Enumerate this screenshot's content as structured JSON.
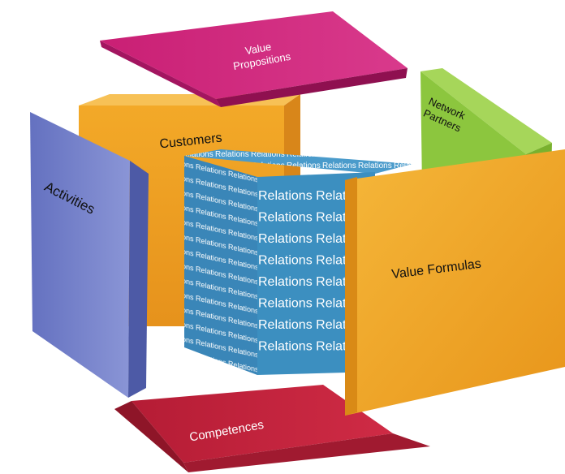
{
  "diagram": {
    "panels": {
      "value_propositions": {
        "line1": "Value",
        "line2": "Propositions",
        "color": "#d3287e"
      },
      "customers": {
        "label": "Customers",
        "color": "#f0a020"
      },
      "network_partners": {
        "line1": "Network",
        "line2": "Partners",
        "color": "#8dc63f"
      },
      "activities": {
        "label": "Activities",
        "color": "#6f7fc6"
      },
      "value_formulas": {
        "label": "Value Formulas",
        "color": "#f0a81e"
      },
      "competences": {
        "label": "Competences",
        "color": "#c1203a"
      }
    },
    "center_cube": {
      "word": "Relations",
      "front_rows": [
        "Relations Relati",
        "Relations Relati",
        "Relations Relati",
        "Relations Relati",
        "Relations Relati",
        "Relations Relati",
        "Relations Relati",
        "Relations Relati"
      ],
      "color": "#3c8fc0"
    }
  }
}
